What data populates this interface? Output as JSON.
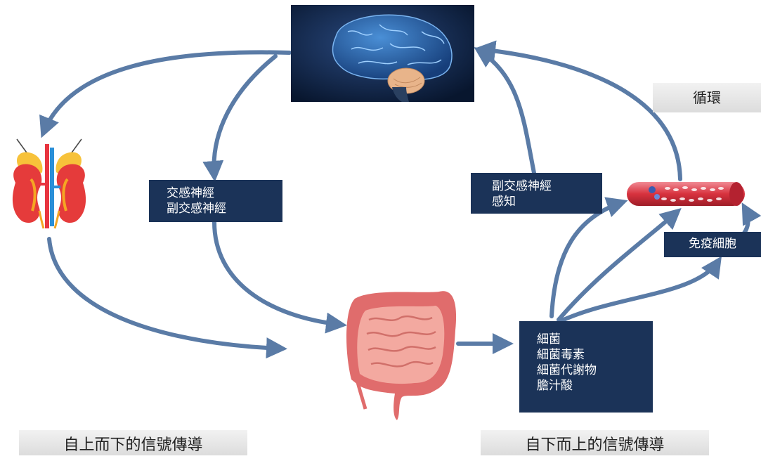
{
  "top_down_box": {
    "lines": [
      "交感神經",
      "副交感神經"
    ]
  },
  "bottom_up_box": {
    "lines": [
      "副交感神經",
      "感知"
    ]
  },
  "bacteria_box": {
    "lines": [
      "細菌",
      "細菌毒素",
      "細菌代謝物",
      "膽汁酸"
    ]
  },
  "immune_box": {
    "label": "免疫細胞"
  },
  "circulation_label": "循環",
  "top_down_label": "自上而下的信號傳導",
  "bottom_up_label": "自下而上的信號傳導",
  "colors": {
    "arrow": "#5a7ba6",
    "navy_box": "#1b3358",
    "brain_bg": "#0b1e3a",
    "vessel": "#d8323e"
  },
  "icons": {
    "brain": "brain-icon",
    "kidney": "kidney-adrenal-icon",
    "intestine": "intestine-icon",
    "vessel": "blood-vessel-icon"
  }
}
